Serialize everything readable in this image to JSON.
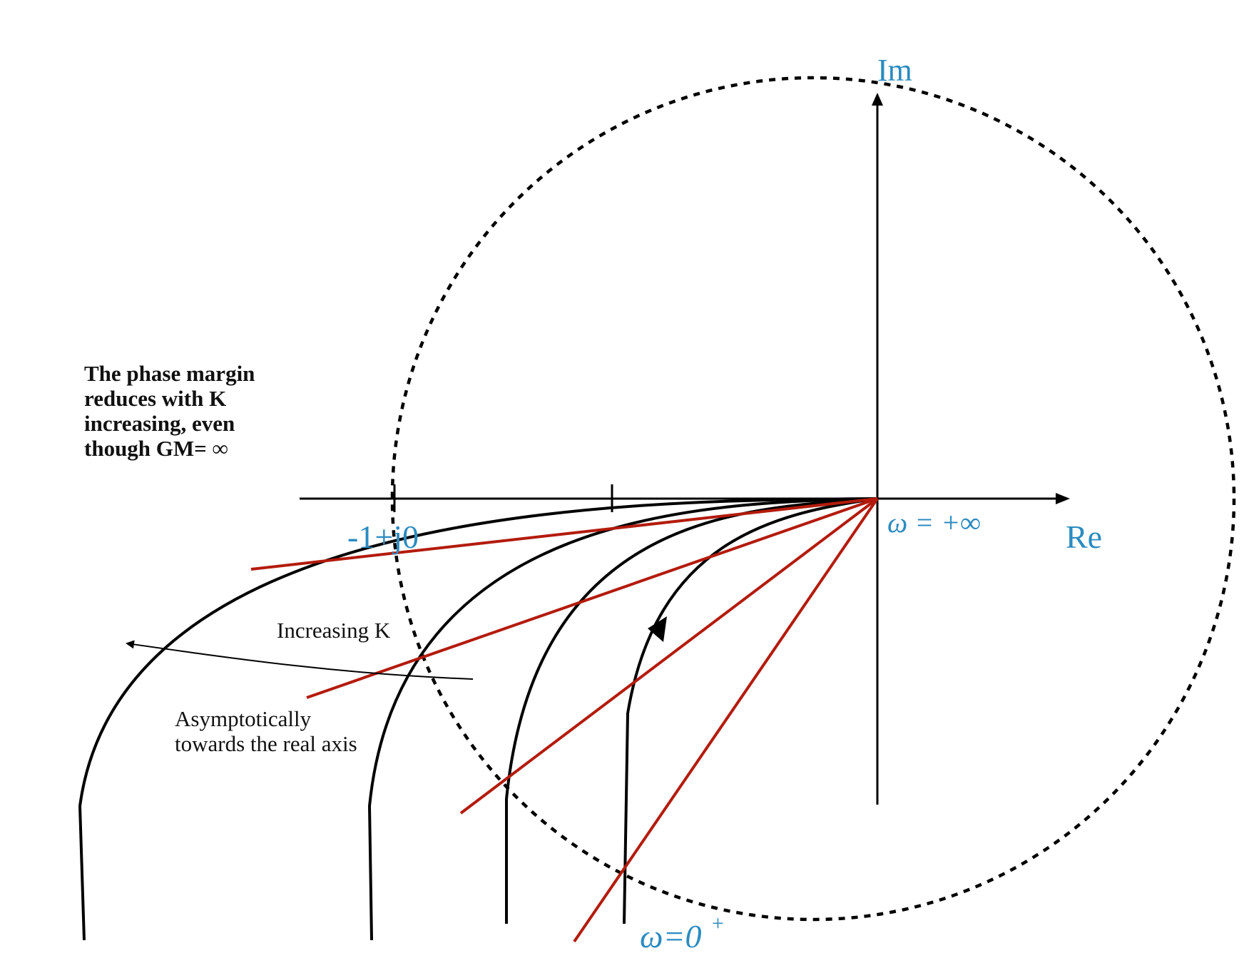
{
  "labels": {
    "im_axis": "Im",
    "re_axis": "Re",
    "critical_point": "-1+j0",
    "omega_infinity": "ω = +∞",
    "omega_zero": "ω=0",
    "omega_zero_sup": "+",
    "increasing_k": "Increasing K",
    "asymptotic_note": "Asymptotically towards the real axis",
    "phase_margin_note": "The phase margin reduces with K increasing, even though GM= ∞"
  },
  "colors": {
    "label_blue": "#2a8bc1",
    "ray_red": "#b31b0c",
    "curve_black": "#000000"
  }
}
